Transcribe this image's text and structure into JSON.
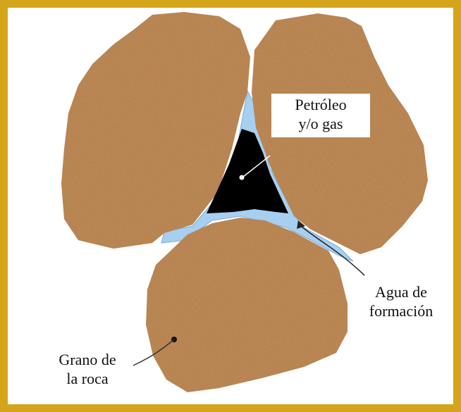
{
  "colors": {
    "frame": "#d4a51a",
    "grain": "#b8834f",
    "grain_speckle_dark": "#7a4f28",
    "grain_speckle_light": "#dcae7c",
    "water": "#a7cff0",
    "oil": "#000000",
    "pointer": "#222222"
  },
  "labels": {
    "oil_gas": {
      "line1": "Petróleo",
      "line2": "y/o gas"
    },
    "water": {
      "line1": "Agua de",
      "line2": "formación"
    },
    "grain": {
      "line1": "Grano de",
      "line2": "la roca"
    }
  },
  "legend_icons": {
    "oil_pointer": "arrow-pointer-icon",
    "water_pointer": "arrow-pointer-icon",
    "grain_pointer": "dot-pointer-icon"
  }
}
